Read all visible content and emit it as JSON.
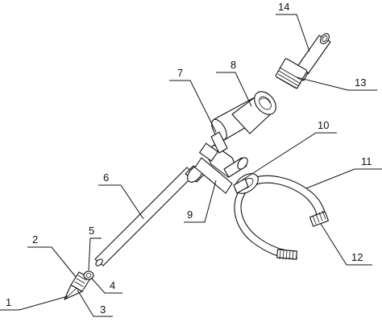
{
  "reference_numerals": [
    {
      "id": "1",
      "text": "1"
    },
    {
      "id": "2",
      "text": "2"
    },
    {
      "id": "3",
      "text": "3"
    },
    {
      "id": "4",
      "text": "4"
    },
    {
      "id": "5",
      "text": "5"
    },
    {
      "id": "6",
      "text": "6"
    },
    {
      "id": "7",
      "text": "7"
    },
    {
      "id": "8",
      "text": "8"
    },
    {
      "id": "9",
      "text": "9"
    },
    {
      "id": "10",
      "text": "10"
    },
    {
      "id": "11",
      "text": "11"
    },
    {
      "id": "12",
      "text": "12"
    },
    {
      "id": "13",
      "text": "13"
    },
    {
      "id": "14",
      "text": "14"
    }
  ],
  "colors": {
    "line": "#111111",
    "background": "#ffffff"
  }
}
